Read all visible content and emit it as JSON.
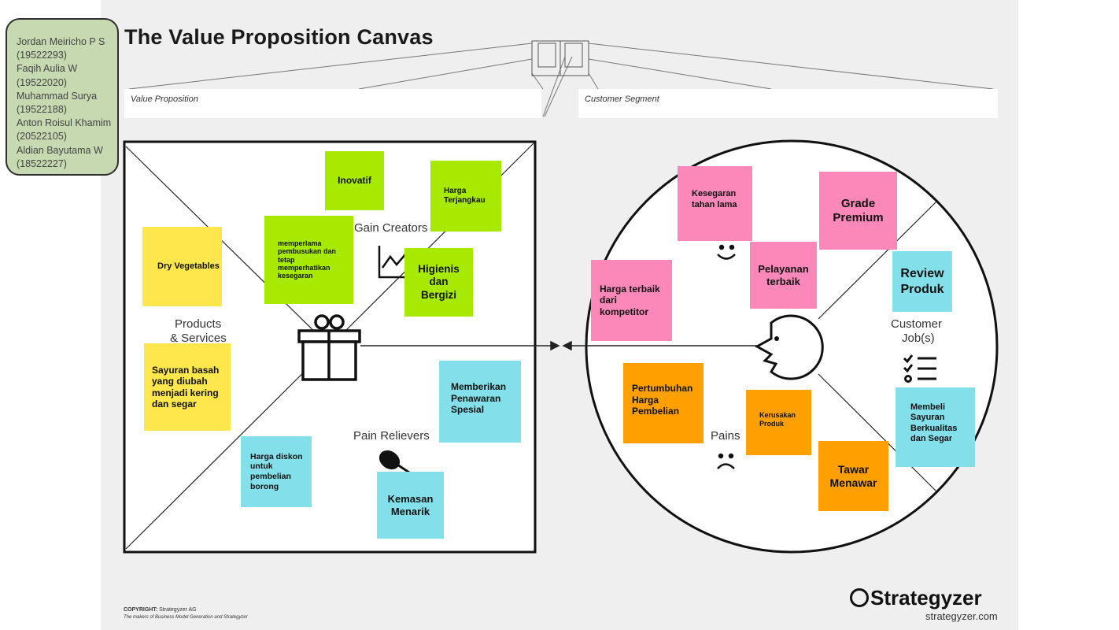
{
  "title": "The Value Proposition Canvas",
  "team": [
    {
      "name": "Jordan Meiricho P S",
      "id": "(19522293)"
    },
    {
      "name": "Faqih Aulia W",
      "id": "(19522020)"
    },
    {
      "name": "Muhammad Surya",
      "id": "(19522188)"
    },
    {
      "name": "Anton Roisul Khamim",
      "id": "(20522105)"
    },
    {
      "name": "Aldian Bayutama W",
      "id": "(18522227)"
    }
  ],
  "bands": {
    "value_proposition": "Value Proposition",
    "customer_segment": "Customer Segment"
  },
  "labels": {
    "gain_creators": "Gain Creators",
    "products_services_1": "Products",
    "products_services_2": "& Services",
    "pain_relievers": "Pain Relievers",
    "customer_jobs_1": "Customer",
    "customer_jobs_2": "Job(s)",
    "pains": "Pains"
  },
  "colors": {
    "yellow": "#fde74c",
    "green": "#a7ea00",
    "cyan": "#83dfe9",
    "pink": "#fb88b8",
    "orange": "#ffa000",
    "names_box": "#c6d9b0"
  },
  "notes": {
    "inovatif": "Inovatif",
    "harga_terjangkau": "Harga Terjangkau",
    "memperlama": "memperlama pembusukan dan tetap memperhatikan kesegaran",
    "higienis": "Higienis dan Bergizi",
    "dry_vegetables": "Dry Vegetables",
    "sayuran_basah": "Sayuran basah yang diubah menjadi kering dan segar",
    "penawaran_spesial": "Memberikan Penawaran Spesial",
    "harga_diskon": "Harga diskon untuk pembelian borong",
    "kemasan_menarik": "Kemasan Menarik",
    "kesegaran": "Kesegaran tahan lama",
    "grade_premium": "Grade Premium",
    "pelayanan": "Pelayanan terbaik",
    "harga_terbaik": "Harga terbaik dari kompetitor",
    "review_produk": "Review Produk",
    "pertumbuhan_harga": "Pertumbuhan Harga Pembelian",
    "kerusakan_produk": "Kerusakan Produk",
    "tawar_menawar": "Tawar Menawar",
    "membeli_sayuran": "Membeli Sayuran Berkualitas dan Segar"
  },
  "footer": {
    "copyright_label": "COPYRIGHT:",
    "copyright_owner": "Strategyzer AG",
    "tagline": "The makers of Business Model Generation and Strategyzer",
    "brand": "Strategyzer",
    "url": "strategyzer.com"
  },
  "icons": [
    "gift-icon",
    "chart-icon",
    "pill-icon",
    "smile-icon",
    "frown-icon",
    "checklist-icon",
    "customer-face-icon"
  ]
}
